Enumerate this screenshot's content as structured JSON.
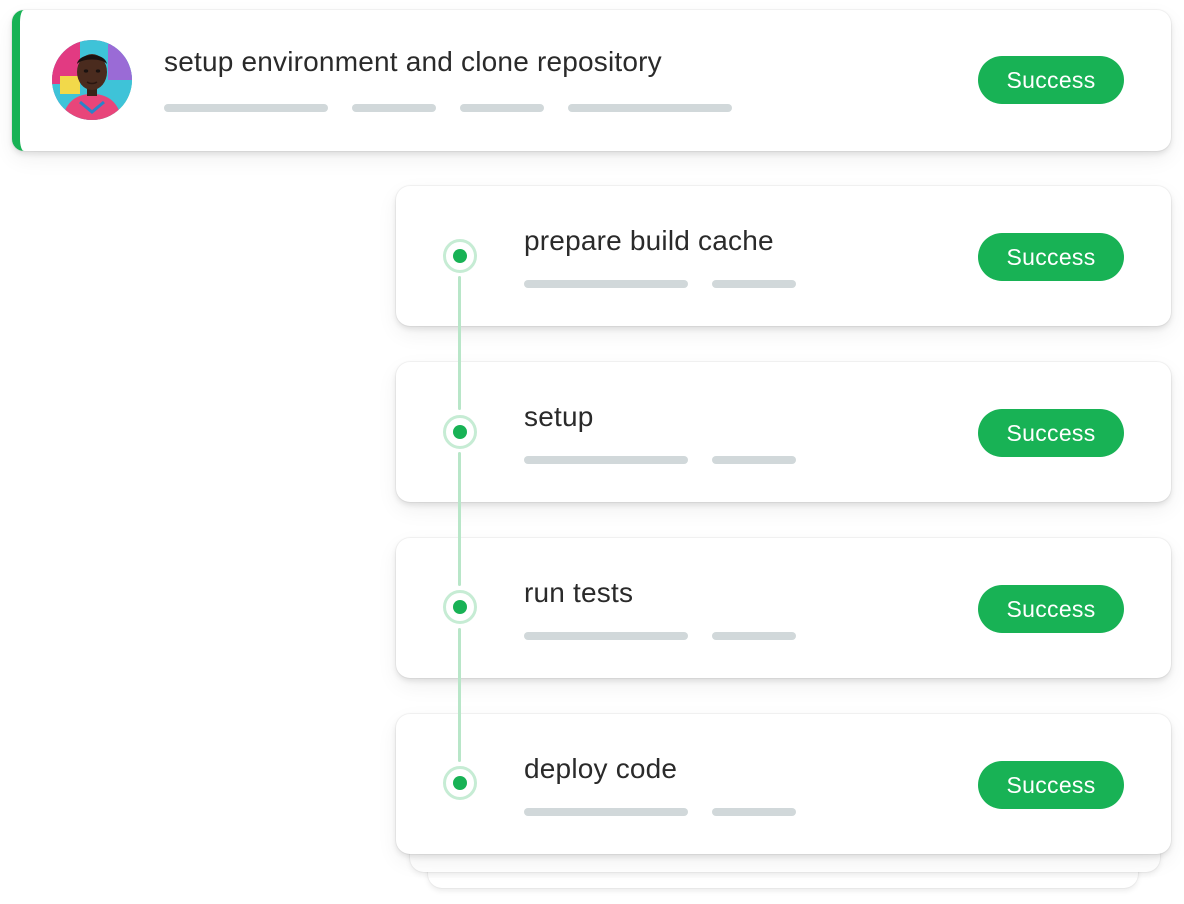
{
  "main_job": {
    "title": "setup environment and clone repository",
    "status": "Success",
    "avatar_icon": "user-avatar"
  },
  "steps": [
    {
      "title": "prepare build cache",
      "status": "Success"
    },
    {
      "title": "setup",
      "status": "Success"
    },
    {
      "title": "run tests",
      "status": "Success"
    },
    {
      "title": "deploy code",
      "status": "Success"
    }
  ],
  "colors": {
    "success": "#18b255",
    "placeholder": "#d1d8da",
    "timeline": "#b8e6c8"
  }
}
